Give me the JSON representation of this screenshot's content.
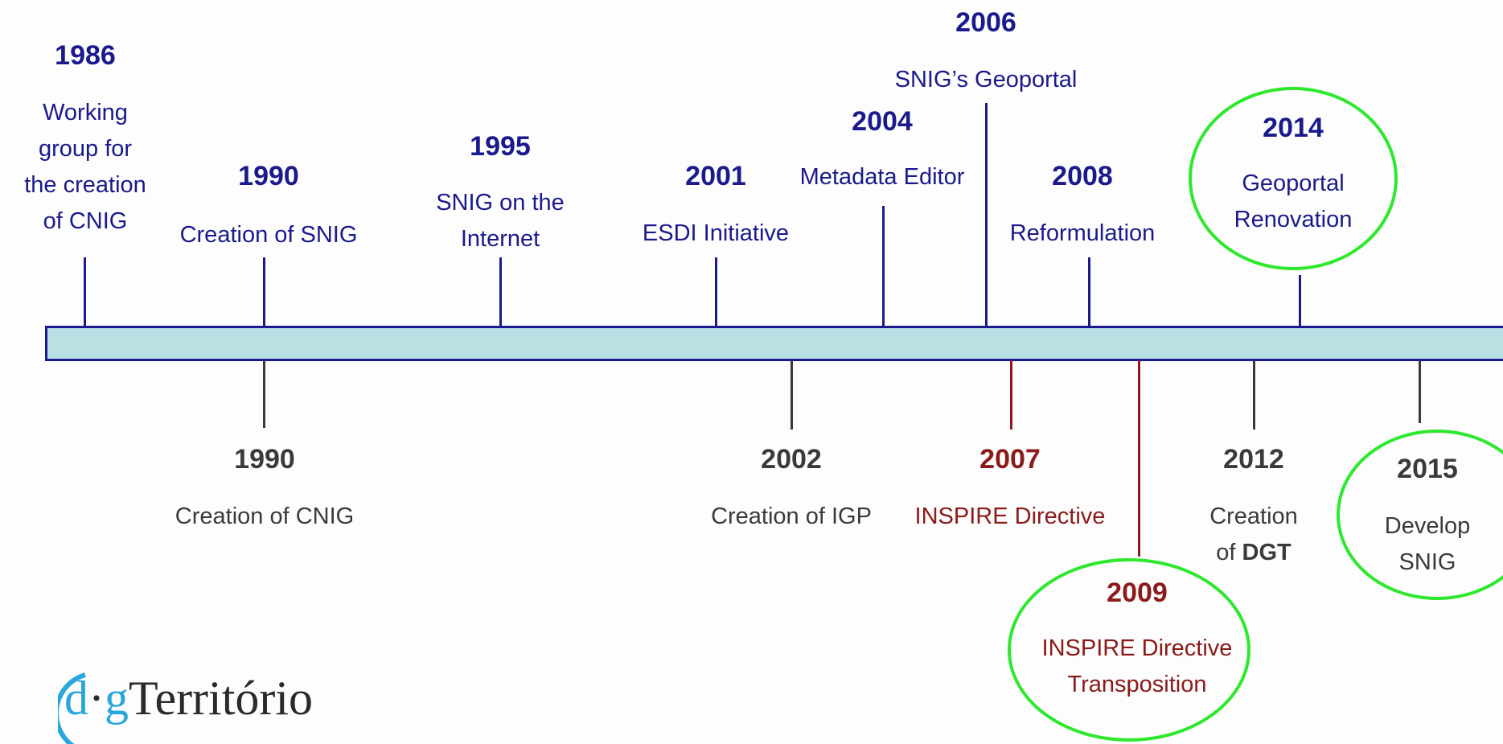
{
  "events_above": [
    {
      "year": "1986",
      "lines": [
        "Working",
        "group for",
        "the creation",
        "of CNIG"
      ]
    },
    {
      "year": "1990",
      "lines": [
        "Creation of SNIG"
      ]
    },
    {
      "year": "1995",
      "lines": [
        "SNIG on the",
        "Internet"
      ]
    },
    {
      "year": "2001",
      "lines": [
        "ESDI Initiative"
      ]
    },
    {
      "year": "2004",
      "lines": [
        "Metadata Editor"
      ]
    },
    {
      "year": "2006",
      "lines": [
        "SNIG’s Geoportal"
      ]
    },
    {
      "year": "2008",
      "lines": [
        "Reformulation"
      ]
    },
    {
      "year": "2014",
      "lines": [
        "Geoportal",
        "Renovation"
      ],
      "highlighted": true
    }
  ],
  "events_below": [
    {
      "year": "1990",
      "lines": [
        "Creation of CNIG"
      ]
    },
    {
      "year": "2002",
      "lines": [
        "Creation of IGP"
      ]
    },
    {
      "year": "2007",
      "lines": [
        "INSPIRE Directive"
      ],
      "legislative": true
    },
    {
      "year": "2009",
      "lines": [
        "INSPIRE Directive",
        "Transposition"
      ],
      "legislative": true,
      "highlighted": true
    },
    {
      "year": "2012",
      "lines": [
        "Creation",
        "of ",
        "DGT"
      ]
    },
    {
      "year": "2015",
      "lines": [
        "Develop",
        "SNIG"
      ],
      "highlighted": true
    }
  ],
  "logo": {
    "text_d": "d",
    "text_dot": "·",
    "text_g": "g",
    "text_rest": "Território"
  },
  "colors": {
    "above": "#1a1a8c",
    "below": "#3a3a3a",
    "legislative": "#8b1a1a",
    "highlight": "#2ee82e",
    "bar_fill": "#b9e0e3",
    "bar_border": "#1a1a8c"
  }
}
